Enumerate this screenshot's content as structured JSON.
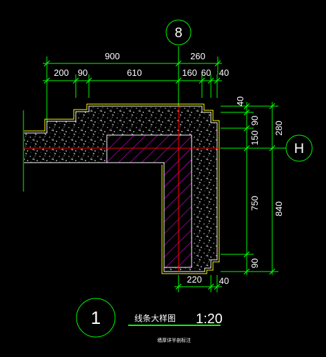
{
  "grid_marks": {
    "top": "8",
    "right": "H"
  },
  "dims_top_row1": [
    "900",
    "260"
  ],
  "dims_top_row2": [
    "200",
    "90",
    "610",
    "160",
    "60",
    "40"
  ],
  "dims_right_inner": [
    "40",
    "90",
    "150",
    "750",
    "90"
  ],
  "dims_right_outer": [
    "280",
    "840"
  ],
  "dims_bottom": [
    "220",
    "40"
  ],
  "title_block": {
    "number": "1",
    "name": "线条大样图",
    "scale": "1:20",
    "note": "墙厚详半剖标注"
  },
  "colors": {
    "background": "#000000",
    "dimension_lines": "#00ff00",
    "outline": "#ffff00",
    "axis": "#ff0000",
    "hatch": "#ff00ff",
    "text": "#ffffff"
  }
}
